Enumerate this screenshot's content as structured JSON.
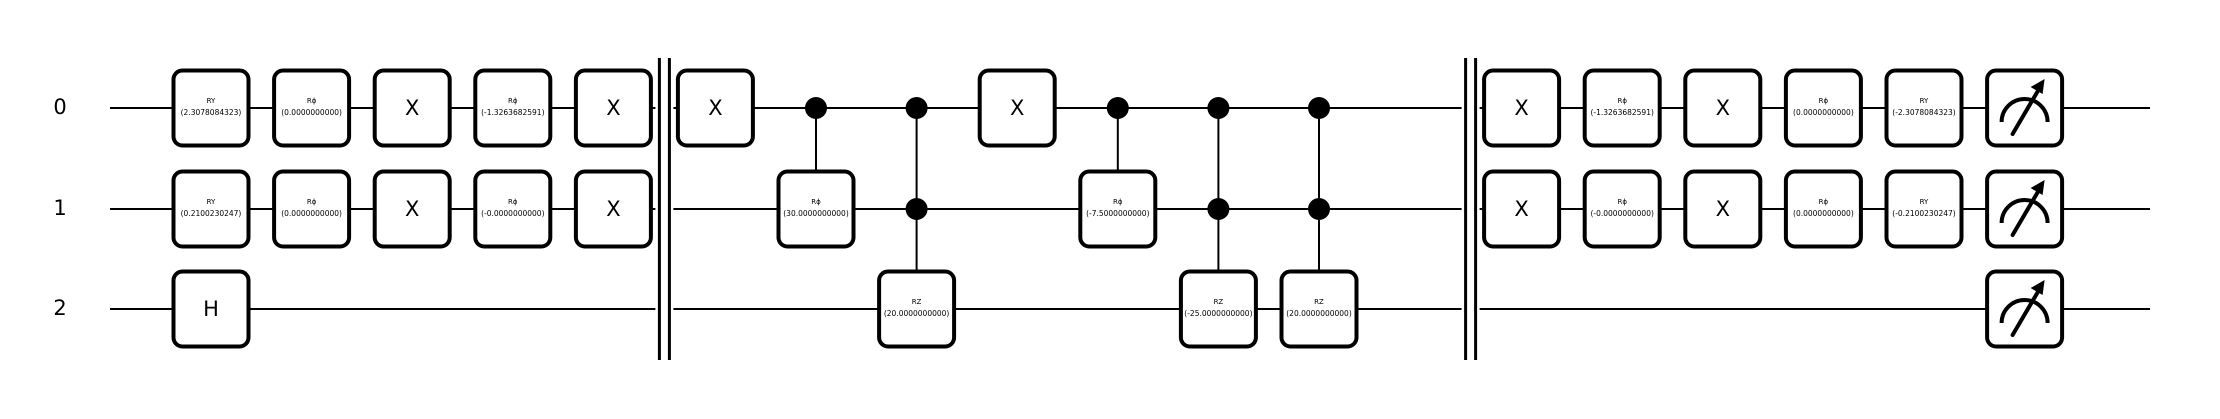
{
  "qubits": [
    "0",
    "1",
    "2"
  ],
  "colors": {
    "ink": "#000000",
    "background": "#ffffff"
  },
  "barrier_after_column": [
    4,
    12
  ],
  "measure_icon": "meter-icon",
  "ops": [
    {
      "col": 0,
      "kind": "gate",
      "qubit": 0,
      "name": "RY",
      "param": "(2.3078084323)"
    },
    {
      "col": 0,
      "kind": "gate",
      "qubit": 1,
      "name": "RY",
      "param": "(0.2100230247)"
    },
    {
      "col": 0,
      "kind": "gate",
      "qubit": 2,
      "name": "H"
    },
    {
      "col": 1,
      "kind": "gate",
      "qubit": 0,
      "name": "Rϕ",
      "param": "(0.0000000000)"
    },
    {
      "col": 1,
      "kind": "gate",
      "qubit": 1,
      "name": "Rϕ",
      "param": "(0.0000000000)"
    },
    {
      "col": 2,
      "kind": "gate",
      "qubit": 0,
      "name": "X"
    },
    {
      "col": 2,
      "kind": "gate",
      "qubit": 1,
      "name": "X"
    },
    {
      "col": 3,
      "kind": "gate",
      "qubit": 0,
      "name": "Rϕ",
      "param": "(-1.3263682591)"
    },
    {
      "col": 3,
      "kind": "gate",
      "qubit": 1,
      "name": "Rϕ",
      "param": "(-0.0000000000)"
    },
    {
      "col": 4,
      "kind": "gate",
      "qubit": 0,
      "name": "X"
    },
    {
      "col": 4,
      "kind": "gate",
      "qubit": 1,
      "name": "X"
    },
    {
      "col": 5,
      "kind": "gate",
      "qubit": 0,
      "name": "X"
    },
    {
      "col": 6,
      "kind": "controlled",
      "controls": [
        0
      ],
      "target": 1,
      "name": "Rϕ",
      "param": "(30.0000000000)"
    },
    {
      "col": 7,
      "kind": "controlled",
      "controls": [
        0,
        1
      ],
      "target": 2,
      "name": "RZ",
      "param": "(20.0000000000)"
    },
    {
      "col": 8,
      "kind": "gate",
      "qubit": 0,
      "name": "X"
    },
    {
      "col": 9,
      "kind": "controlled",
      "controls": [
        0
      ],
      "target": 1,
      "name": "Rϕ",
      "param": "(-7.5000000000)"
    },
    {
      "col": 10,
      "kind": "controlled",
      "controls": [
        0,
        1
      ],
      "target": 2,
      "name": "RZ",
      "param": "(-25.0000000000)"
    },
    {
      "col": 11,
      "kind": "controlled",
      "controls": [
        0,
        1
      ],
      "target": 2,
      "name": "RZ",
      "param": "(20.0000000000)"
    },
    {
      "col": 13,
      "kind": "gate",
      "qubit": 0,
      "name": "X"
    },
    {
      "col": 13,
      "kind": "gate",
      "qubit": 1,
      "name": "X"
    },
    {
      "col": 14,
      "kind": "gate",
      "qubit": 0,
      "name": "Rϕ",
      "param": "(-1.3263682591)"
    },
    {
      "col": 14,
      "kind": "gate",
      "qubit": 1,
      "name": "Rϕ",
      "param": "(-0.0000000000)"
    },
    {
      "col": 15,
      "kind": "gate",
      "qubit": 0,
      "name": "X"
    },
    {
      "col": 15,
      "kind": "gate",
      "qubit": 1,
      "name": "X"
    },
    {
      "col": 16,
      "kind": "gate",
      "qubit": 0,
      "name": "Rϕ",
      "param": "(0.0000000000)"
    },
    {
      "col": 16,
      "kind": "gate",
      "qubit": 1,
      "name": "Rϕ",
      "param": "(0.0000000000)"
    },
    {
      "col": 17,
      "kind": "gate",
      "qubit": 0,
      "name": "RY",
      "param": "(-2.3078084323)"
    },
    {
      "col": 17,
      "kind": "gate",
      "qubit": 1,
      "name": "RY",
      "param": "(-0.2100230247)"
    },
    {
      "col": 18,
      "kind": "measure",
      "qubit": 0
    },
    {
      "col": 18,
      "kind": "measure",
      "qubit": 1
    },
    {
      "col": 18,
      "kind": "measure",
      "qubit": 2
    }
  ]
}
